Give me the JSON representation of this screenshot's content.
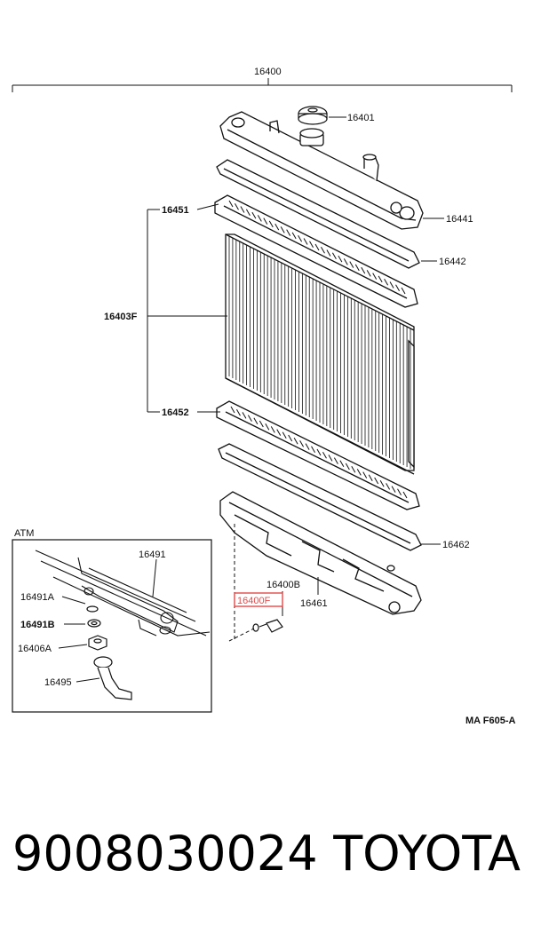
{
  "labels": {
    "assembly": "16400",
    "cap": "16401",
    "upper_tank": "16441",
    "upper_gasket": "16442",
    "upper_plate": "16451",
    "core": "16403F",
    "lower_plate": "16452",
    "lower_gasket": "16462",
    "drain_plug_b": "16400B",
    "drain_plug_f": "16400F",
    "lower_tank": "16461",
    "atm": "ATM",
    "cooler_pipe": "16491",
    "cooler_a": "16491A",
    "cooler_b": "16491B",
    "nut": "16406A",
    "hose": "16495",
    "ref": "MA F605-A"
  },
  "highlight_color": "#e24a4a",
  "footer": {
    "part_number": "9008030024",
    "brand": "TOYOTA"
  }
}
